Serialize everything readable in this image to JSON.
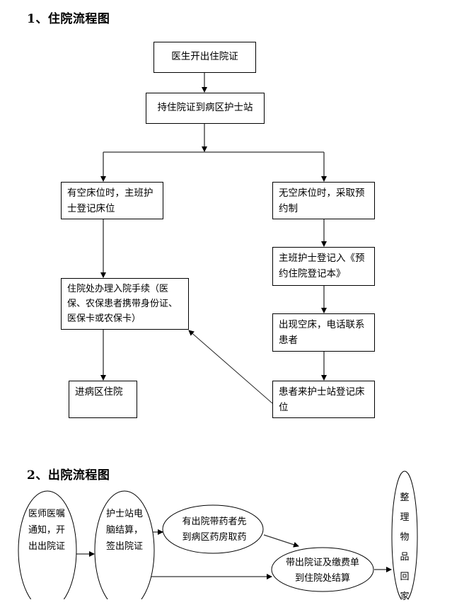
{
  "section1": {
    "title": "1、住院流程图",
    "nodes": {
      "doctor_issue": "医生开出住院证",
      "to_nurse_station": "持住院证到病区护士站",
      "bed_available": "有空床位时，主班护士登记床位",
      "no_bed": "无空床位时，采取预约制",
      "register_book": "主班护士登记入《预约住院登记本》",
      "bed_free_call": "出现空床，电话联系患者",
      "patient_register": "患者来护士站登记床位",
      "admission_office": "住院处办理入院手续（医保、农保患者携带身份证、医保卡或农保卡）",
      "enter_ward": "进病区住院"
    }
  },
  "section2": {
    "title": "2、出院流程图",
    "nodes": {
      "doctor_order": "医师医嘱 通知，开出出院证",
      "nurse_settle": "护士站电脑结算，签出院证",
      "pharmacy": "有出院带药者先到病区药房取药",
      "cashier": "带出院证及缴费单到住院处结算",
      "go_home": "整理物品回家"
    }
  }
}
